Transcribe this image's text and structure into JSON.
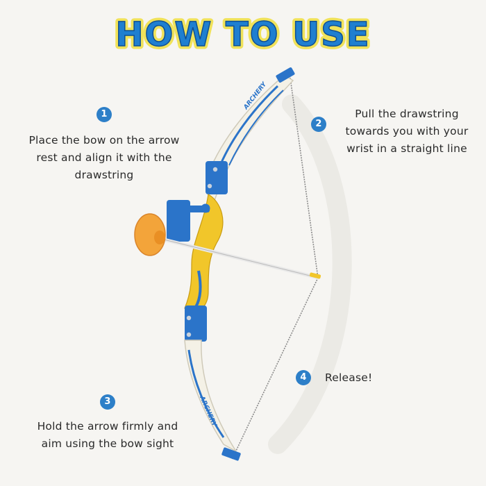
{
  "title": "HOW TO USE",
  "steps": [
    {
      "number": "1",
      "text": "Place the bow on the arrow rest and align it with the drawstring"
    },
    {
      "number": "2",
      "text": "Pull the drawstring towards you with your wrist in a straight line"
    },
    {
      "number": "3",
      "text": "Hold the arrow firmly and aim using the bow sight"
    },
    {
      "number": "4",
      "text": "Release!"
    }
  ],
  "bow_label": "ARCHERY",
  "colors": {
    "title_fill": "#1f7fd0",
    "title_outline": "#f0e25a",
    "badge": "#2d7fc8",
    "bow_white": "#f4f1e6",
    "bow_blue": "#2b74c9",
    "bow_yellow": "#f1c62a",
    "suction_cup": "#f3a43a",
    "background": "#f6f5f2"
  }
}
